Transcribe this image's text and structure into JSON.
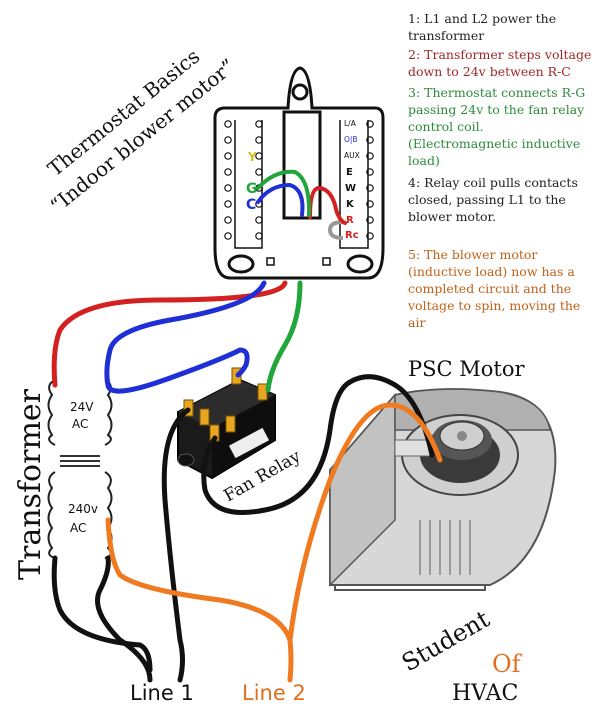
{
  "title": {
    "line1": "Thermostat Basics",
    "line2": "“Indoor blower motor”"
  },
  "notes": [
    {
      "text": "1: L1 and L2 power the transformer",
      "color": "#222222"
    },
    {
      "text": "2: Transformer steps voltage down to 24v between R-C",
      "color": "#a0282a"
    },
    {
      "text": "3: Thermostat connects R-G passing 24v to the fan relay control coil. (Electromagnetic inductive load)",
      "color": "#2e8b3a"
    },
    {
      "text": "4: Relay coil pulls contacts closed, passing L1 to the blower motor.",
      "color": "#222222"
    },
    {
      "text": "5: The blower motor (inductive load) now has a completed circuit and the voltage to spin, moving the air",
      "color": "#c0601a"
    }
  ],
  "thermostat": {
    "left_terminals": [
      "Y",
      "G",
      "C"
    ],
    "right_terminals": [
      "L/A",
      "O|B",
      "AUX",
      "E",
      "W",
      "K",
      "R",
      "Rc"
    ]
  },
  "transformer": {
    "label": "Transformer",
    "secondary": "24V",
    "secondary_unit": "AC",
    "primary": "240v",
    "primary_unit": "AC"
  },
  "relay_label": "Fan Relay",
  "motor_label": "PSC Motor",
  "lines": {
    "line1": "Line 1",
    "line2": "Line 2"
  },
  "logo": {
    "word1": "Student",
    "word2": "Of",
    "word3": "HVAC"
  },
  "colors": {
    "red": "#d42020",
    "blue": "#1f2fd6",
    "green": "#22a53a",
    "orange": "#f07a20",
    "black": "#111111",
    "y_label": "#d8c020"
  }
}
